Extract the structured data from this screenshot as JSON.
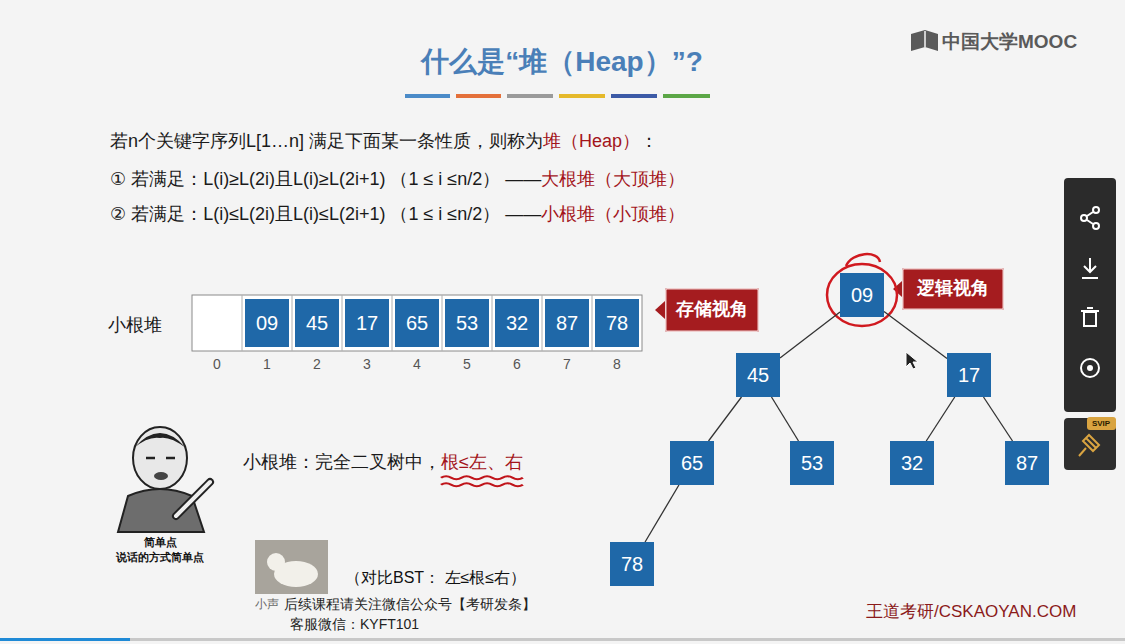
{
  "diagram": {
    "title": "什么是“堆（Heap）”?",
    "nodes": [
      {
        "text": [
          "09"
        ]
      },
      {
        "text": [
          "45"
        ]
      },
      {
        "text": [
          "17"
        ]
      },
      {
        "text": [
          "65"
        ]
      },
      {
        "text": [
          "53"
        ]
      },
      {
        "text": [
          "32"
        ]
      },
      {
        "text": [
          "87"
        ]
      },
      {
        "text": [
          "78"
        ]
      },
      {
        "text": [
          "存储视角"
        ]
      },
      {
        "text": [
          "09"
        ]
      },
      {
        "text": [
          "逻辑视角"
        ]
      },
      {
        "text": [
          "45"
        ]
      },
      {
        "text": [
          "17"
        ]
      },
      {
        "text": [
          "65"
        ]
      },
      {
        "text": [
          "53"
        ]
      },
      {
        "text": [
          "32"
        ]
      },
      {
        "text": [
          "87"
        ]
      },
      {
        "text": [
          "78"
        ]
      }
    ],
    "edges": [
      {
        "from": 9,
        "to": 11,
        "arrow": "none"
      },
      {
        "from": 9,
        "to": 12,
        "arrow": "none"
      },
      {
        "from": 11,
        "to": 13,
        "arrow": "none"
      },
      {
        "from": 11,
        "to": 14,
        "arrow": "none"
      },
      {
        "from": 12,
        "to": 15,
        "arrow": "none"
      },
      {
        "from": 12,
        "to": 16,
        "arrow": "none"
      },
      {
        "from": 13,
        "to": 17,
        "arrow": "none"
      }
    ],
    "labels": [
      "中国大学MOOC",
      "若n个关键字序列L[1…n] 满足下面某一条性质，则称为",
      "堆（Heap）",
      "：",
      "① 若满足：L(i)≥L(2i)且L(i)≥L(2i+1) （1 ≤ i ≤n/2） ——",
      "大根堆（大顶堆）",
      "② 若满足：L(i)≤L(2i)且L(i)≤L(2i+1) （1 ≤ i ≤n/2） ——",
      "小根堆（小顶堆）",
      "小根堆",
      "0",
      "1",
      "2",
      "3",
      "4",
      "5",
      "6",
      "7",
      "8",
      "小根堆：完全二叉树中，",
      "根≤左、右",
      "简单点",
      "说话的方式简单点",
      "小声",
      "（对比BST： 左≤根≤右）",
      "后续课程请关注微信公众号【考研发条】",
      "客服微信：KYFT101",
      "王道考研/CSKAOYAN.COM",
      "SVIP"
    ]
  }
}
